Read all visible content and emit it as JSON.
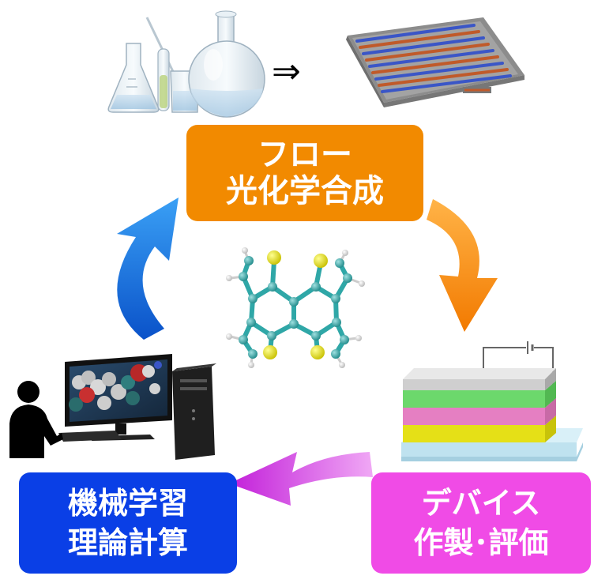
{
  "flow_box": {
    "line1": "フロー",
    "line2": "光化学合成",
    "color": "#f28a00"
  },
  "device_box": {
    "line1": "デバイス",
    "line2": "作製･評価",
    "color": "#f04be6"
  },
  "ml_box": {
    "line1": "機械学習",
    "line2": "理論計算",
    "color": "#0a3fe6"
  },
  "implies_arrow": "⇒",
  "arrow_colors": {
    "flow_to_device": "#f7901e",
    "device_to_ml": "#d64be8",
    "ml_to_flow": "#1e78e6"
  },
  "molecule": {
    "carbon_color": "#2fa7a7",
    "sulfur_color": "#e8e000",
    "hydrogen_color": "#e6e6e6"
  }
}
